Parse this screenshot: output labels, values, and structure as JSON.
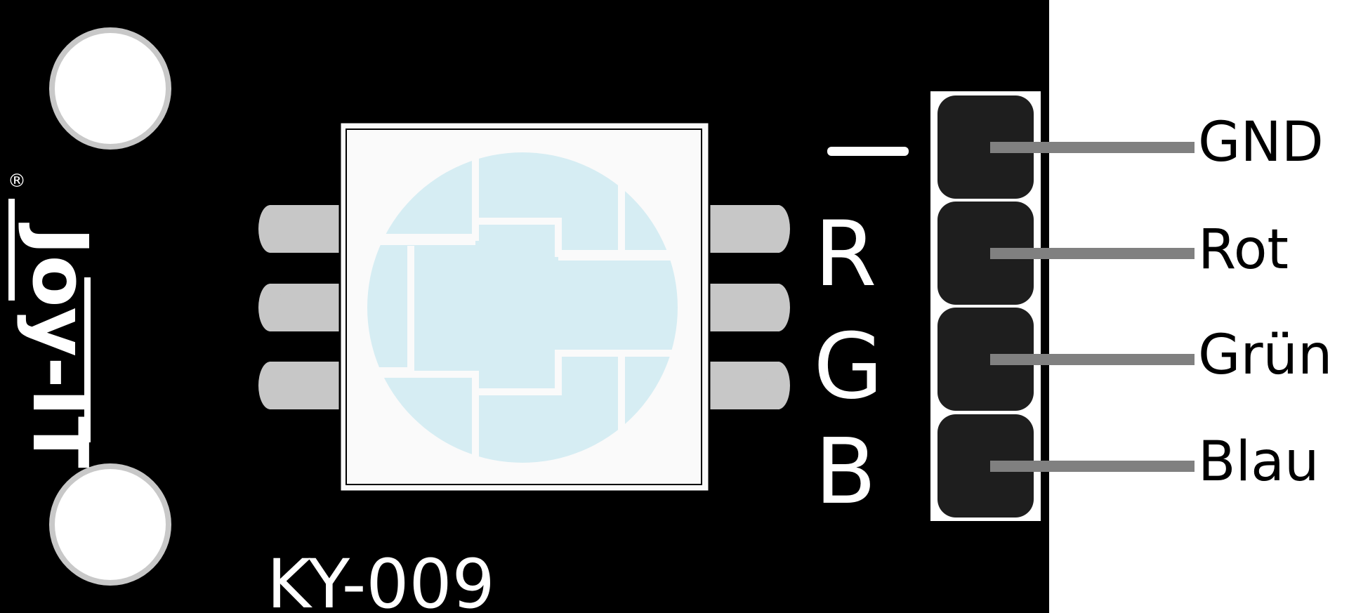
{
  "module": {
    "name": "KY-009",
    "brand": "Joy-IT",
    "registered_mark": "®",
    "silkscreen_minus": "—",
    "silkscreen_letters": [
      "R",
      "G",
      "B"
    ]
  },
  "pins": [
    {
      "label": "GND"
    },
    {
      "label": "Rot"
    },
    {
      "label": "Grün"
    },
    {
      "label": "Blau"
    }
  ],
  "colors": {
    "board": "#000000",
    "mount_hole_ring": "#c8c8c8",
    "lens": "#d6edf3",
    "housing": "#fafafa",
    "leg": "#c7c7c7",
    "pin": "#1e1e1e",
    "pin_wire": "#808080",
    "text_on_board": "#ffffff",
    "text_pins": "#000000"
  }
}
